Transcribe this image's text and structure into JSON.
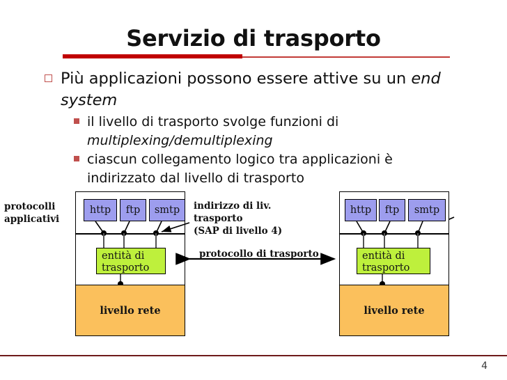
{
  "slide": {
    "title": "Servizio di trasporto",
    "page_number": "4",
    "accent_color": "#C00000",
    "footer_rule_color": "#6E1A1A"
  },
  "bullets": [
    {
      "level": 1,
      "marker": "hollow-square",
      "text_plain": "Più applicazioni possono essere attive su un end system",
      "run_normal_1": "Più applicazioni possono essere attive su un ",
      "run_italic_1": "end system"
    },
    {
      "level": 2,
      "marker": "filled-square",
      "text_plain": "il livello di trasporto svolge funzioni di multiplexing/demultiplexing",
      "run_normal_1": "il livello di trasporto svolge funzioni di ",
      "run_italic_1": "multiplexing/demultiplexing"
    },
    {
      "level": 2,
      "marker": "filled-square",
      "text_plain": "ciascun collegamento logico tra applicazioni è indirizzato dal livello di trasporto",
      "run_normal_1": "ciascun collegamento logico tra applicazioni è indirizzato dal livello di trasporto",
      "run_italic_1": ""
    }
  ],
  "diagram": {
    "left_side_label_line1": "protocolli",
    "left_side_label_line2": "applicativi",
    "sap_label_line1": "indirizzo di liv.",
    "sap_label_line2": "trasporto",
    "sap_label_line3": "(SAP di livello 4)",
    "protocol_arrow_label": "protocollo di trasporto",
    "colors": {
      "app_box": "#9D9DEE",
      "transport_box": "#BEF03C",
      "network_box": "#FBC05C",
      "outline": "#000000"
    },
    "hosts": [
      {
        "name": "left-host",
        "apps": [
          "http",
          "ftp",
          "smtp"
        ],
        "transport_entity_line1": "entità di",
        "transport_entity_line2": "trasporto",
        "network_layer_label": "livello rete"
      },
      {
        "name": "right-host",
        "apps": [
          "http",
          "ftp",
          "smtp"
        ],
        "transport_entity_line1": "entità di",
        "transport_entity_line2": "trasporto",
        "network_layer_label": "livello rete"
      }
    ]
  }
}
